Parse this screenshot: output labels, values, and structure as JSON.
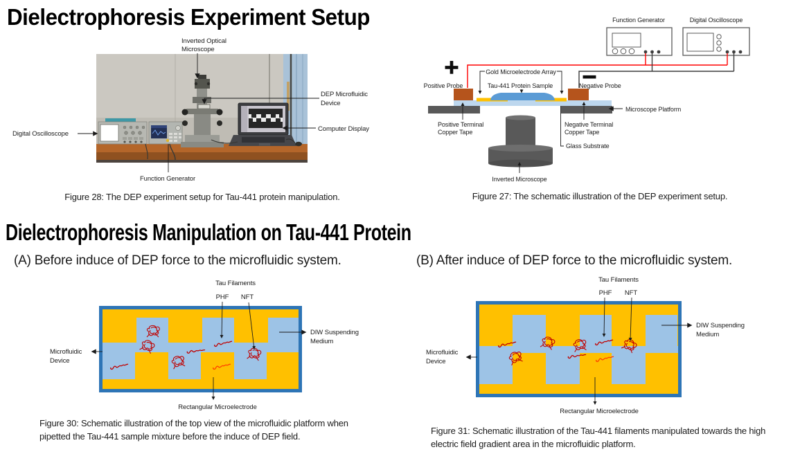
{
  "page": {
    "section1_title": "Dielectrophoresis Experiment Setup",
    "section2_title": "Dielectrophoresis Manipulation on Tau-441 Protein",
    "subtitle_a": "(A) Before induce of DEP force to the microfluidic system.",
    "subtitle_b": "(B) After induce of DEP force to the microfluidic system."
  },
  "fig28": {
    "caption": "Figure 28: The DEP experiment setup for Tau-441 protein manipulation.",
    "labels": {
      "inverted_optical_line1": "Inverted Optical",
      "inverted_optical_line2": "Microscope",
      "dep_device_line1": "DEP Microfluidic",
      "dep_device_line2": "Device",
      "computer_display": "Computer Display",
      "digital_oscilloscope": "Digital Oscilloscope",
      "function_generator": "Function Generator"
    }
  },
  "fig27": {
    "caption": "Figure 27: The schematic illustration of the DEP experiment setup.",
    "labels": {
      "function_generator": "Function Generator",
      "digital_oscilloscope": "Digital Oscilloscope",
      "plus_symbol": "+",
      "minus_symbol": "−",
      "positive_probe": "Positive Probe",
      "negative_probe": "Negative Probe",
      "gold_microelectrode_array": "Gold Microelectrode Array",
      "tau_sample": "Tau-441 Protein Sample",
      "microscope_platform": "Microscope Platform",
      "positive_terminal_line1": "Positive Terminal",
      "positive_terminal_line2": "Copper Tape",
      "negative_terminal_line1": "Negative Terminal",
      "negative_terminal_line2": "Copper Tape",
      "glass_substrate": "Glass Substrate",
      "inverted_microscope": "Inverted Microscope"
    }
  },
  "microfluidic_labels": {
    "tau_filaments": "Tau Filaments",
    "phf": "PHF",
    "nft": "NFT",
    "diw_line1": "DIW Suspending",
    "diw_line2": "Medium",
    "device_line1": "Microfluidic",
    "device_line2": "Device",
    "rectangular_microelectrode": "Rectangular Microelectrode"
  },
  "fig30": {
    "caption": "Figure 30: Schematic illustration of the top view of the microfluidic platform when pipetted the Tau-441 sample mixture before the induce of DEP field."
  },
  "fig31": {
    "caption": "Figure 31: Schematic illustration of the Tau-441 filaments manipulated towards the high electric field gradient area in the microfluidic platform."
  },
  "colors": {
    "electrode_gold": "#FFC000",
    "channel_blue": "#9DC3E6",
    "device_border_blue": "#2E75B6",
    "filament_red": "#C00000",
    "filament_orange": "#FF4000",
    "copper_probe": "#B5541C",
    "glass_blue": "#BDD7EE",
    "sample_blue": "#5B9BD5",
    "platform_gray": "#595959",
    "wire_red": "#FF0000",
    "wire_black": "#3B3B3B"
  }
}
